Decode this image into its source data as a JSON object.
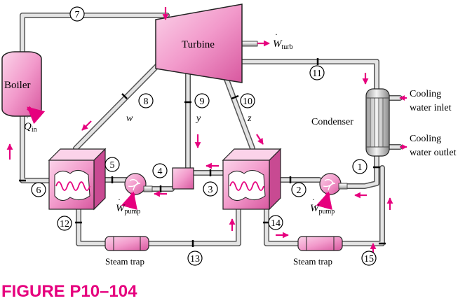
{
  "figure": {
    "caption": "FIGURE P10–104"
  },
  "components": {
    "turbine": "Turbine",
    "boiler": "Boiler",
    "condenser": "Condenser",
    "steam_trap_1": "Steam trap",
    "steam_trap_2": "Steam trap"
  },
  "labels": {
    "w_turb_main": "W",
    "w_turb_sub": "turb",
    "q_in_main": "Q",
    "q_in_sub": "in",
    "w_pump1_main": "W",
    "w_pump1_sub": "pump",
    "w_pump2_main": "W",
    "w_pump2_sub": "pump",
    "cooling_inlet_1": "Cooling",
    "cooling_inlet_2": "water inlet",
    "cooling_outlet_1": "Cooling",
    "cooling_outlet_2": "water outlet",
    "fraction_w": "w",
    "fraction_y": "y",
    "fraction_z": "z"
  },
  "state_points": [
    "1",
    "2",
    "3",
    "4",
    "5",
    "6",
    "7",
    "8",
    "9",
    "10",
    "11",
    "12",
    "13",
    "14",
    "15"
  ],
  "colors": {
    "accent": "#e6007e",
    "equipment": "#f4a6d0",
    "pipe": "#d0d0d0",
    "condenser": "#c8c8c8"
  }
}
